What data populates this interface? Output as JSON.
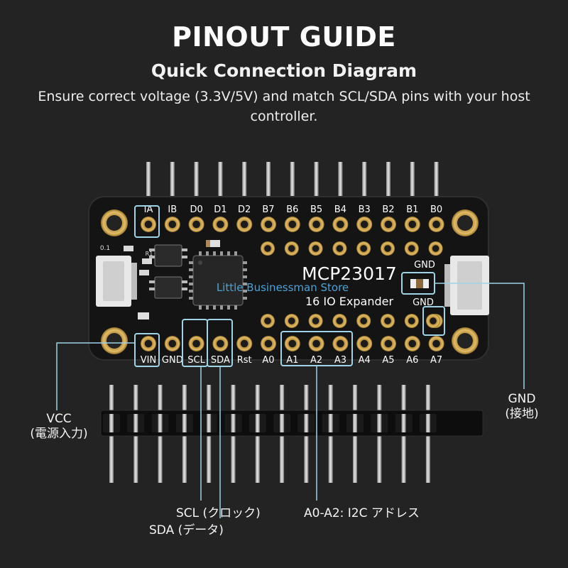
{
  "header": {
    "title": "PINOUT GUIDE",
    "subtitle": "Quick Connection Diagram",
    "description": "Ensure correct voltage (3.3V/5V) and match SCL/SDA pins with your host controller."
  },
  "board": {
    "chip_name": "MCP23017",
    "chip_desc": "16 IO Expander",
    "watermark": "Little Businessman Store",
    "top_pins": [
      "IA",
      "IB",
      "D0",
      "D1",
      "D2",
      "B7",
      "B6",
      "B5",
      "B4",
      "B3",
      "B2",
      "B1",
      "B0"
    ],
    "bottom_pins": [
      "VIN",
      "GND",
      "SCL",
      "SDA",
      "Rst",
      "A0",
      "A1",
      "A2",
      "A3",
      "A4",
      "A5",
      "A6",
      "A7"
    ],
    "gnd_top": "GND",
    "gnd_bottom": "GND",
    "silk_top_left": "0.1",
    "silk_chip_small": "R1"
  },
  "callouts": {
    "vcc_line1": "VCC",
    "vcc_line2": "(電源入力)",
    "gnd_line1": "GND",
    "gnd_line2": "(接地)",
    "scl": "SCL (クロック)",
    "sda": "SDA (データ)",
    "addr": "A0-A2: I2C アドレス"
  },
  "colors": {
    "background": "#232323",
    "pcb": "#141414",
    "gold": "#c9a24e",
    "callout": "#9fd3e6"
  }
}
